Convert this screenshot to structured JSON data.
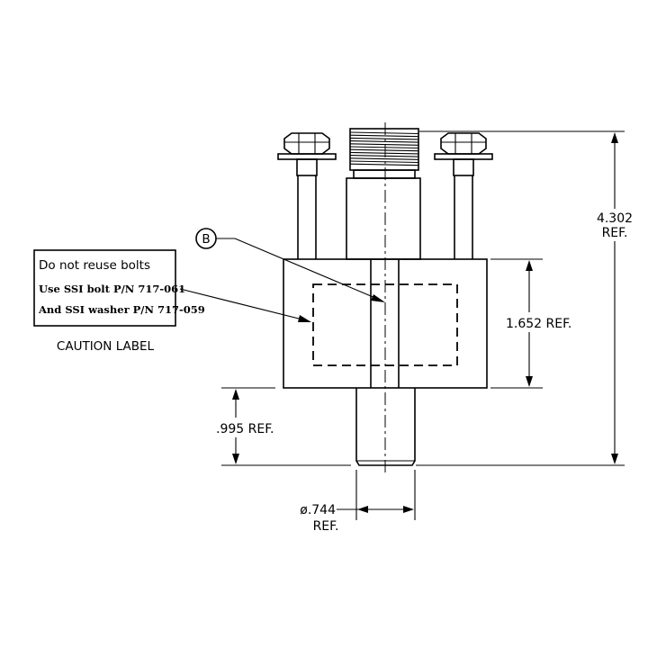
{
  "dimensions": {
    "overall_height": {
      "value": "4.302",
      "suffix": "REF."
    },
    "body_height": {
      "text": "1.652 REF."
    },
    "stem_height": {
      "text": ".995 REF."
    },
    "stem_diameter": {
      "value": "ø.744",
      "suffix": "REF."
    }
  },
  "callout": {
    "letter": "B"
  },
  "caution_label": {
    "lines": [
      "Do not reuse bolts",
      "Use SSI bolt P/N 717-061",
      "And SSI washer P/N 717-059"
    ],
    "caption": "CAUTION LABEL"
  }
}
